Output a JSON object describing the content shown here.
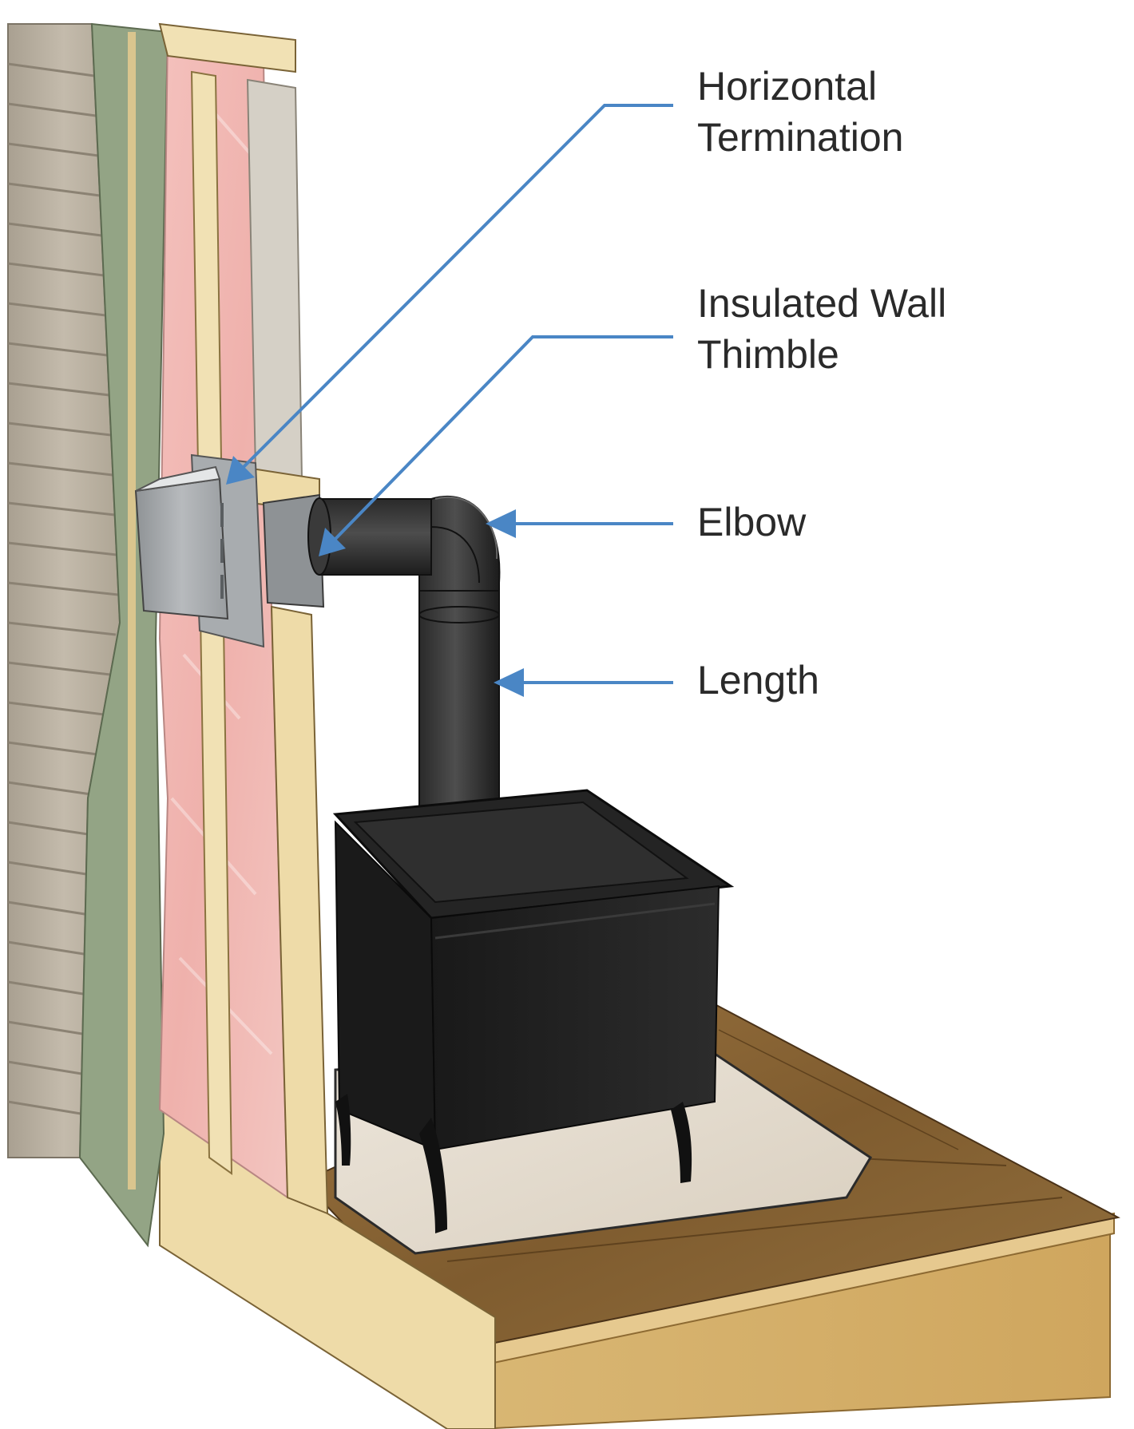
{
  "callouts": {
    "horizontal_termination": {
      "line1": "Horizontal",
      "line2": "Termination"
    },
    "insulated_wall_thimble": {
      "line1": "Insulated Wall",
      "line2": "Thimble"
    },
    "elbow": {
      "line1": "Elbow"
    },
    "length": {
      "line1": "Length"
    }
  },
  "colors": {
    "callout_arrow": "#4a86c5",
    "siding": "#bdb3a4",
    "sheathing": "#92a383",
    "insulation": "#f1b7b4",
    "framing": "#efdfae",
    "stove": "#1e1e1e",
    "hearth_pad": "#e5ddd0",
    "floor_wood": "#8a6535",
    "subfloor": "#d7b36a"
  },
  "icons": [
    "arrow-head-icon"
  ]
}
